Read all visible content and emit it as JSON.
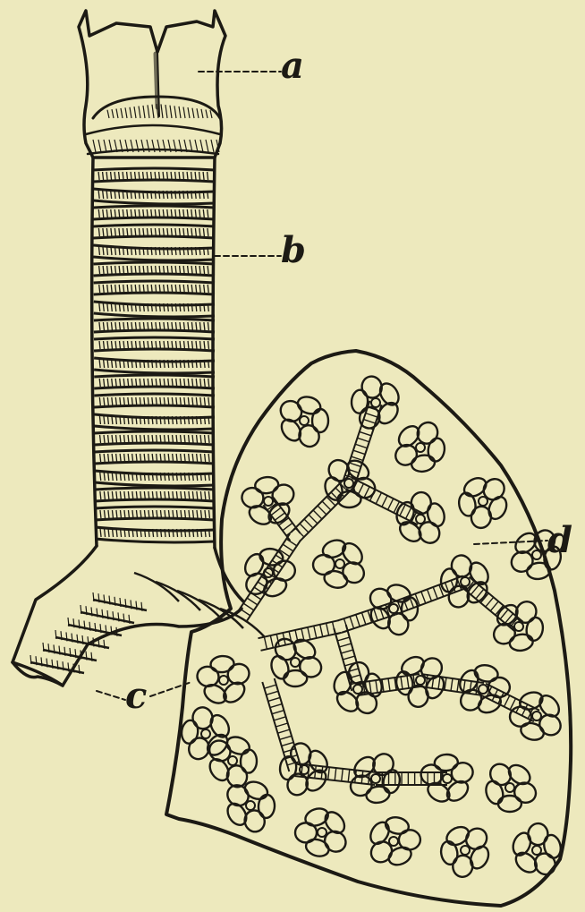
{
  "figure": {
    "labels": {
      "a": "a",
      "b": "b",
      "c": "c",
      "d": "d"
    },
    "colors": {
      "paper": "#ede9bd",
      "ink": "#1c1a14"
    }
  }
}
